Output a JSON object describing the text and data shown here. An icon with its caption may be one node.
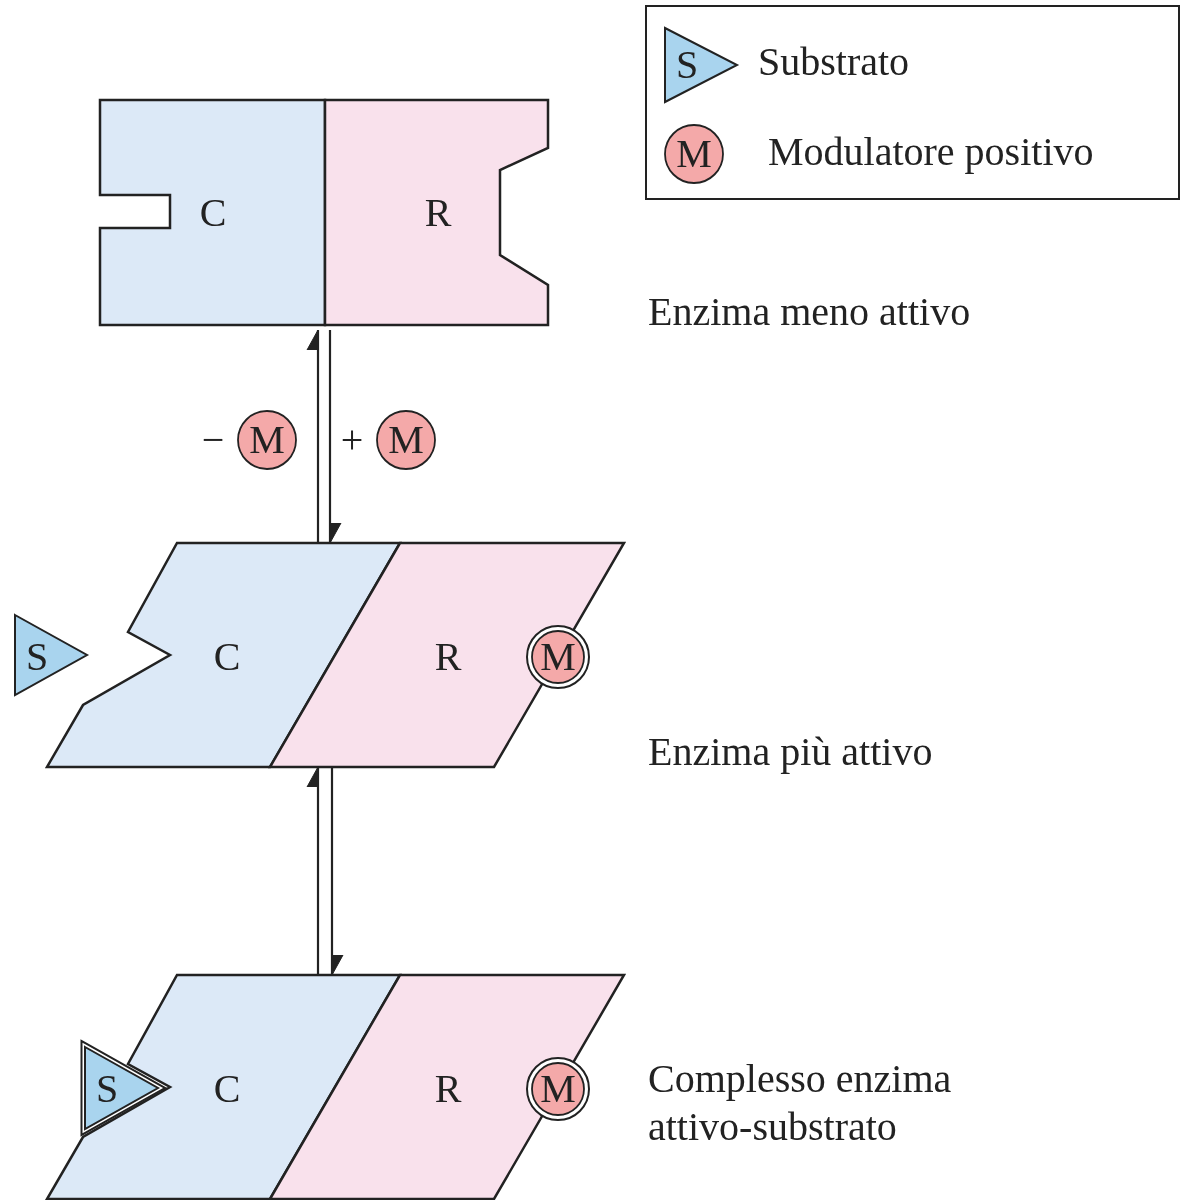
{
  "diagram": {
    "nodes": [
      {
        "text": [
          "Enzima meno attivo"
        ]
      },
      {
        "text": [
          "C"
        ],
        "in": 0
      },
      {
        "text": [
          "R"
        ],
        "in": 0
      },
      {
        "text": [
          "Enzima più attivo"
        ]
      },
      {
        "text": [
          "S"
        ]
      },
      {
        "text": [
          "C"
        ],
        "in": 3
      },
      {
        "text": [
          "R"
        ],
        "in": 3
      },
      {
        "text": [
          "M"
        ]
      },
      {
        "text": [
          "Complesso enzima attivo-substrato"
        ]
      },
      {
        "text": [
          "S"
        ]
      },
      {
        "text": [
          "C"
        ],
        "in": 8
      },
      {
        "text": [
          "R"
        ],
        "in": 8
      },
      {
        "text": [
          "M"
        ]
      }
    ],
    "edges": [
      {
        "from": 3,
        "to": 0,
        "arrow": "to"
      },
      {
        "from": 0,
        "to": 3,
        "arrow": "to"
      },
      {
        "from": 8,
        "to": 3,
        "arrow": "to"
      },
      {
        "from": 3,
        "to": 8,
        "arrow": "to"
      }
    ],
    "labels": [
      "S",
      "M",
      "−",
      "M",
      "+",
      "M"
    ],
    "legend": [
      {
        "text": "Substrato"
      },
      {
        "text": "Modulatore positivo"
      }
    ]
  }
}
